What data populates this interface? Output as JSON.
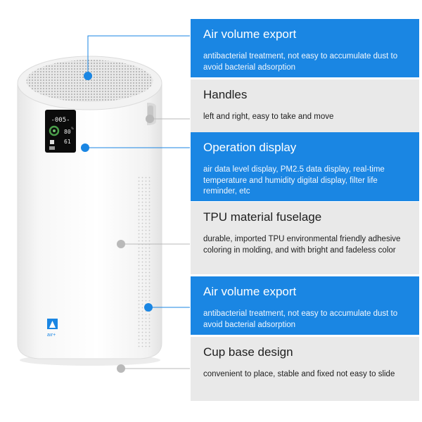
{
  "colors": {
    "accent_blue": "#1a86e3",
    "panel_gray": "#e9e9e9",
    "dot_gray": "#b9b9b9"
  },
  "display": {
    "top_reading": "-005-",
    "pm_reading": "80",
    "humidity_reading": "61",
    "unit_percent": "%"
  },
  "logo": {
    "text": "aır+"
  },
  "features": [
    {
      "title": "Air volume export",
      "description": "antibacterial treatment, not easy to accumulate dust to avoid bacterial adsorption"
    },
    {
      "title": "Handles",
      "description": "left and right, easy to take and move"
    },
    {
      "title": "Operation display",
      "description": "air data level display, PM2.5 data display, real-time temperature and humidity digital display, filter life reminder, etc"
    },
    {
      "title": "TPU material fuselage",
      "description": "durable, imported TPU environmental friendly adhesive coloring in molding, and with bright and fadeless color"
    },
    {
      "title": "Air volume export",
      "description": "antibacterial treatment, not easy to accumulate dust to avoid bacterial adsorption"
    },
    {
      "title": "Cup base design",
      "description": "convenient to place, stable and fixed not easy to slide"
    }
  ]
}
